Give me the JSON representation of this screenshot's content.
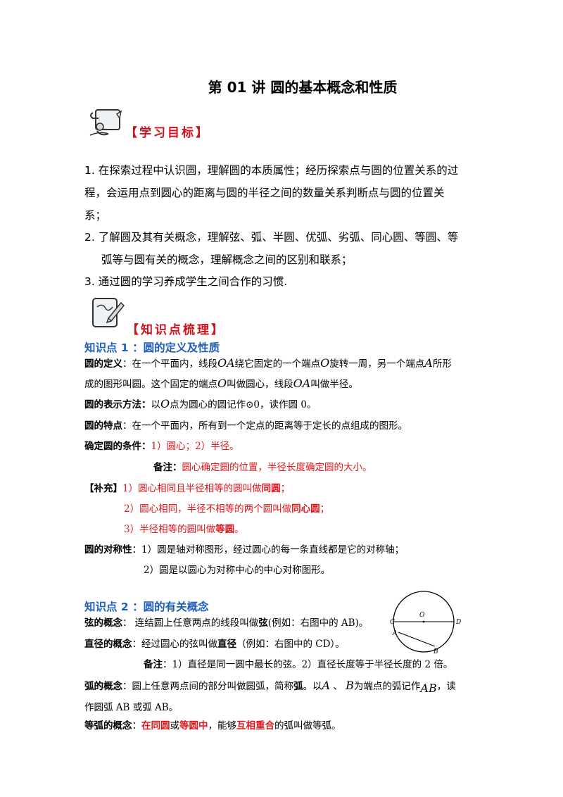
{
  "title": "第 01 讲    圆的基本概念和性质",
  "banner_objectives": "【学习目标】",
  "objectives": [
    "1. 在探索过程中认识圆，理解圆的本质属性；经历探索点与圆的位置关系的过",
    "程，会运用点到圆心的距离与圆的半径之间的数量关系判断点与圆的位置关",
    "系；",
    "2. 了解圆及其有关概念，理解弦、弧、半圆、优弧、劣弧、同心圆、等圆、等",
    "弧等与圆有关的概念，理解概念之间的区别和联系；",
    "3. 通过圆的学习养成学生之间合作的习惯."
  ],
  "banner_knowledge": "【知识点梳理】",
  "kp1": {
    "heading": "知识点 1 ：圆的定义及性质",
    "def_label": "圆的定义",
    "def_l1a": "：在一个平面内，线段",
    "OA": "OA",
    "def_l1b": "绕它固定的一个端点",
    "O": "O",
    "def_l1c": "旋转一周，另一个端点",
    "A": "A",
    "def_l1d": "所形",
    "def_l2a": "成的图形叫圆。这个固定的端点",
    "def_l2b": "叫做圆心，线段",
    "def_l2c": "叫做半径。",
    "repr_label": "圆的表示方法：",
    "repr_a": "以",
    "repr_b": "点为圆心的圆记作⊙0，读作圆 0。",
    "feat_label": "圆的特点",
    "feat_text": "：在一个平面内，所有到一个定点的距离等于定长的点组成的图形。",
    "cond_label": "确定圆的条件：",
    "cond_text": "1）圆心；2）半径。",
    "note_label": "备注：",
    "note_text": "圆心确定圆的位置，半径长度确定圆的大小。",
    "supp_label": "【补充】",
    "supp1_a": "1）圆心相同且半径相等的圆叫做",
    "supp1_b": "同圆",
    "supp1_c": "；",
    "supp2_a": "2）圆心相同，半径不相等的两个圆叫做",
    "supp2_b": "同心圆",
    "supp2_c": "；",
    "supp3_a": "3）半径相等的圆叫做",
    "supp3_b": "等圆",
    "supp3_c": "。",
    "sym_label": "圆的对称性",
    "sym1": "：1）圆是轴对称图形，经过圆心的每一条直线都是它的对称轴；",
    "sym2": "2）圆是以圆心为对称中心的中心对称图形。"
  },
  "kp2": {
    "heading": "知识点 2 ：圆的有关概念",
    "chord_label": "弦的概念",
    "chord_a": "：  连结圆上任意两点的线段叫做",
    "chord_b": "弦",
    "chord_c": "(例如：右图中的 AB)。",
    "diam_label": "直径的概念",
    "diam_a": "：经过圆心的弦叫做",
    "diam_b": "直径",
    "diam_c": "（例如：右图中的 CD）。",
    "note_label": "备注",
    "note_text": "：1）直径是同一圆中最长的弦。2）直径长度等于半径长度的 2 倍。",
    "arc_label": "弧的概念",
    "arc_a": "：圆上任意两点间的部分叫做圆弧，简称",
    "arc_b": "弧",
    "arc_c": "。以",
    "A": "A",
    "arc_d": " 、 ",
    "B": "B",
    "arc_e": "为端点的弧记作",
    "AB": "AB",
    "arc_f": "，读",
    "arc_l2": "作圆弧 AB 或弧 AB。",
    "equal_label": "等弧的概念",
    "equal_a": "：",
    "equal_b": "在同圆",
    "equal_c": "或",
    "equal_d": "等圆中",
    "equal_e": "，能够",
    "equal_f": "互相重合",
    "equal_g": "的弧叫做等弧。"
  },
  "figure": {
    "O": "O",
    "C": "C",
    "D": "D",
    "A": "A",
    "B": "B"
  }
}
